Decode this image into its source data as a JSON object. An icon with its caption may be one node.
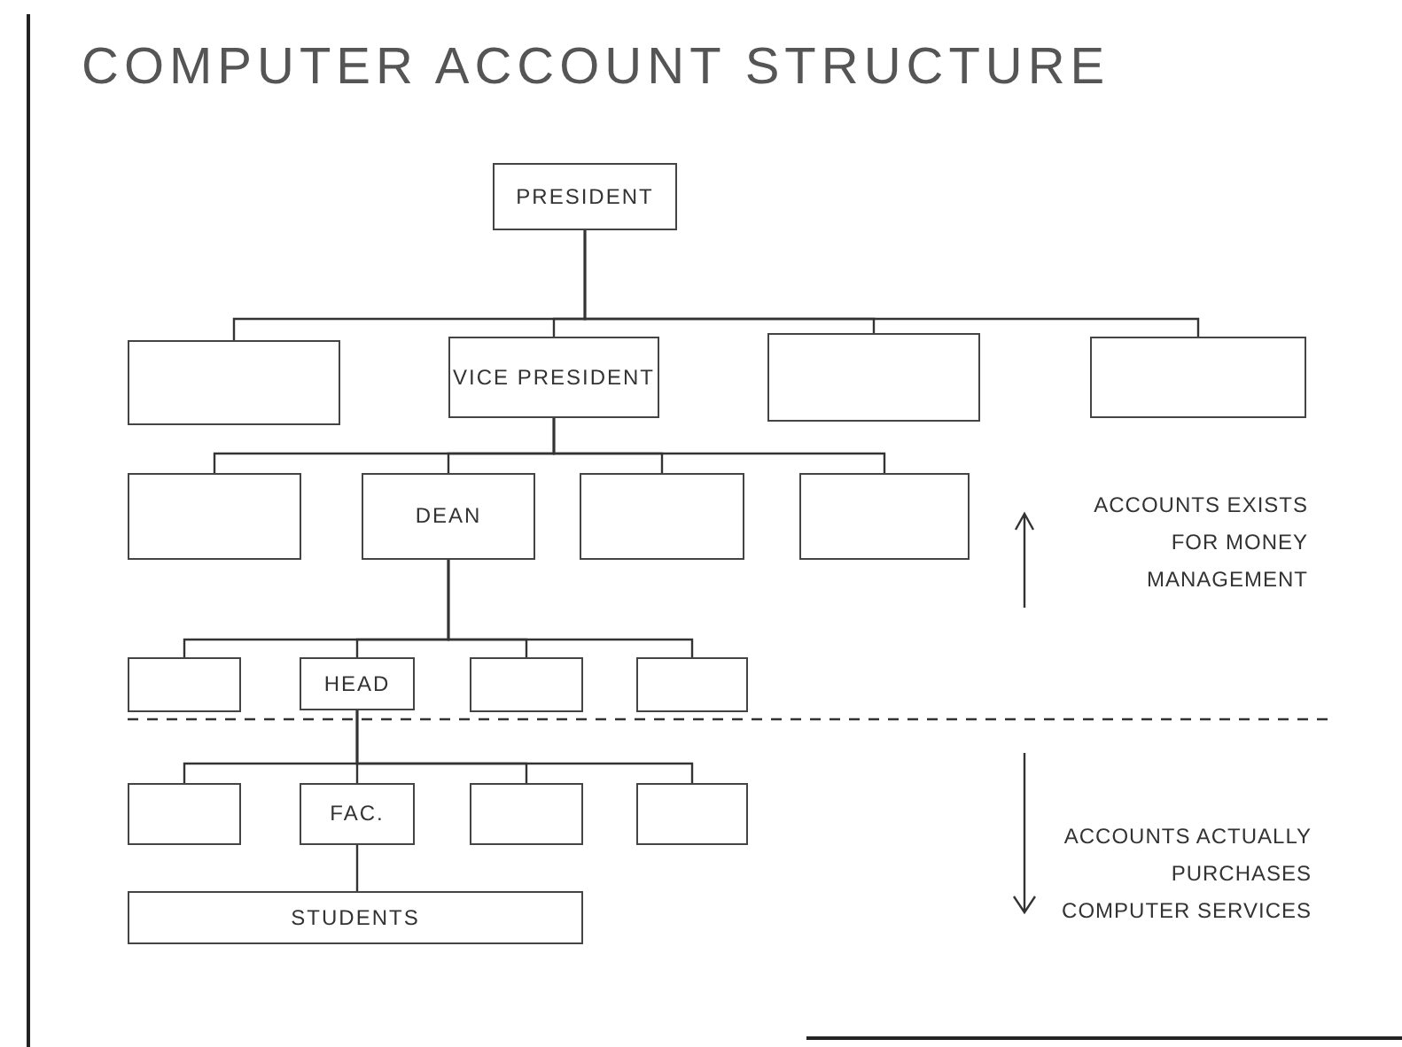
{
  "diagram": {
    "title": "COMPUTER ACCOUNT STRUCTURE",
    "nodes": [
      {
        "text": [
          "PRESIDENT"
        ]
      },
      {
        "text": [],
        "shape": "box"
      },
      {
        "text": [
          "VICE PRESIDENT"
        ]
      },
      {
        "text": [],
        "shape": "box"
      },
      {
        "text": [],
        "shape": "box"
      },
      {
        "text": [],
        "shape": "box"
      },
      {
        "text": [
          "DEAN"
        ]
      },
      {
        "text": [],
        "shape": "box"
      },
      {
        "text": [],
        "shape": "box"
      },
      {
        "text": [],
        "shape": "box"
      },
      {
        "text": [
          "HEAD"
        ]
      },
      {
        "text": [],
        "shape": "box"
      },
      {
        "text": [],
        "shape": "box"
      },
      {
        "text": [],
        "shape": "box"
      },
      {
        "text": [
          "FAC."
        ]
      },
      {
        "text": [],
        "shape": "box"
      },
      {
        "text": [],
        "shape": "box"
      },
      {
        "text": [
          "STUDENTS"
        ]
      }
    ],
    "edges": [
      {
        "from": 0,
        "to": 1,
        "arrow": "none"
      },
      {
        "from": 0,
        "to": 2,
        "arrow": "none"
      },
      {
        "from": 0,
        "to": 3,
        "arrow": "none"
      },
      {
        "from": 0,
        "to": 4,
        "arrow": "none"
      },
      {
        "from": 2,
        "to": 5,
        "arrow": "none"
      },
      {
        "from": 2,
        "to": 6,
        "arrow": "none"
      },
      {
        "from": 2,
        "to": 7,
        "arrow": "none"
      },
      {
        "from": 2,
        "to": 8,
        "arrow": "none"
      },
      {
        "from": 6,
        "to": 9,
        "arrow": "none"
      },
      {
        "from": 6,
        "to": 10,
        "arrow": "none"
      },
      {
        "from": 6,
        "to": 11,
        "arrow": "none"
      },
      {
        "from": 6,
        "to": 12,
        "arrow": "none"
      },
      {
        "from": 10,
        "to": 13,
        "arrow": "none"
      },
      {
        "from": 10,
        "to": 14,
        "arrow": "none"
      },
      {
        "from": 10,
        "to": 15,
        "arrow": "none"
      },
      {
        "from": 10,
        "to": 16,
        "arrow": "none"
      },
      {
        "from": 14,
        "to": 17,
        "arrow": "none"
      }
    ],
    "labels": [
      "ACCOUNTS EXISTS FOR MONEY MANAGEMENT",
      "ACCOUNTS ACTUALLY PURCHASES COMPUTER SERVICES"
    ]
  }
}
